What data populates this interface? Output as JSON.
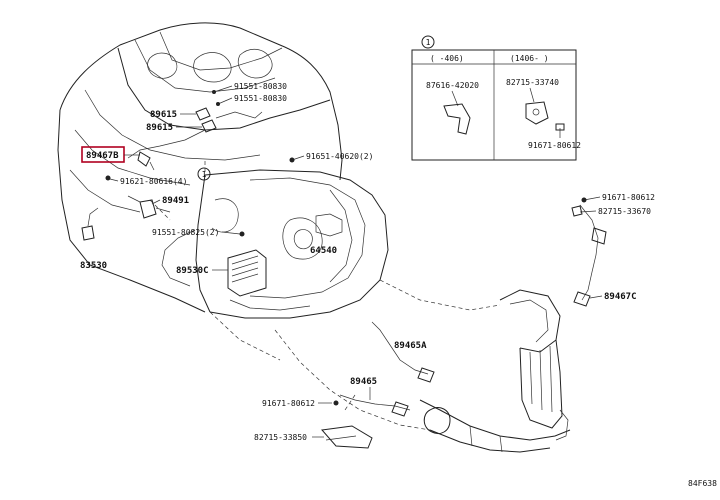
{
  "inset": {
    "marker": "1",
    "left_header": "(  -406)",
    "right_header": "(1406-  )",
    "left_parts": [
      "87616-42020"
    ],
    "right_parts": [
      "82715-33740",
      "91671-80612"
    ]
  },
  "callout_marker": "1",
  "labels": {
    "p89467b": "89467B",
    "p89615a": "89615",
    "p89615b": "89615",
    "p91551_80830a": "91551-80830",
    "p91551_80830b": "91551-80830",
    "p91651_40620": "91651-40620(2)",
    "p91621_80616": "91621-80616(4)",
    "p89491": "89491",
    "p91551_80825": "91551-80825(2)",
    "p83530": "83530",
    "p64540": "64540",
    "p89530c": "89530C",
    "p91671_80612a": "91671-80612",
    "p82715_33670": "82715-33670",
    "p89467c": "89467C",
    "p89465a": "89465A",
    "p89465": "89465",
    "p91671_80612b": "91671-80612",
    "p82715_33850": "82715-33850",
    "code": "84F638"
  },
  "highlight_color": "#b00020"
}
